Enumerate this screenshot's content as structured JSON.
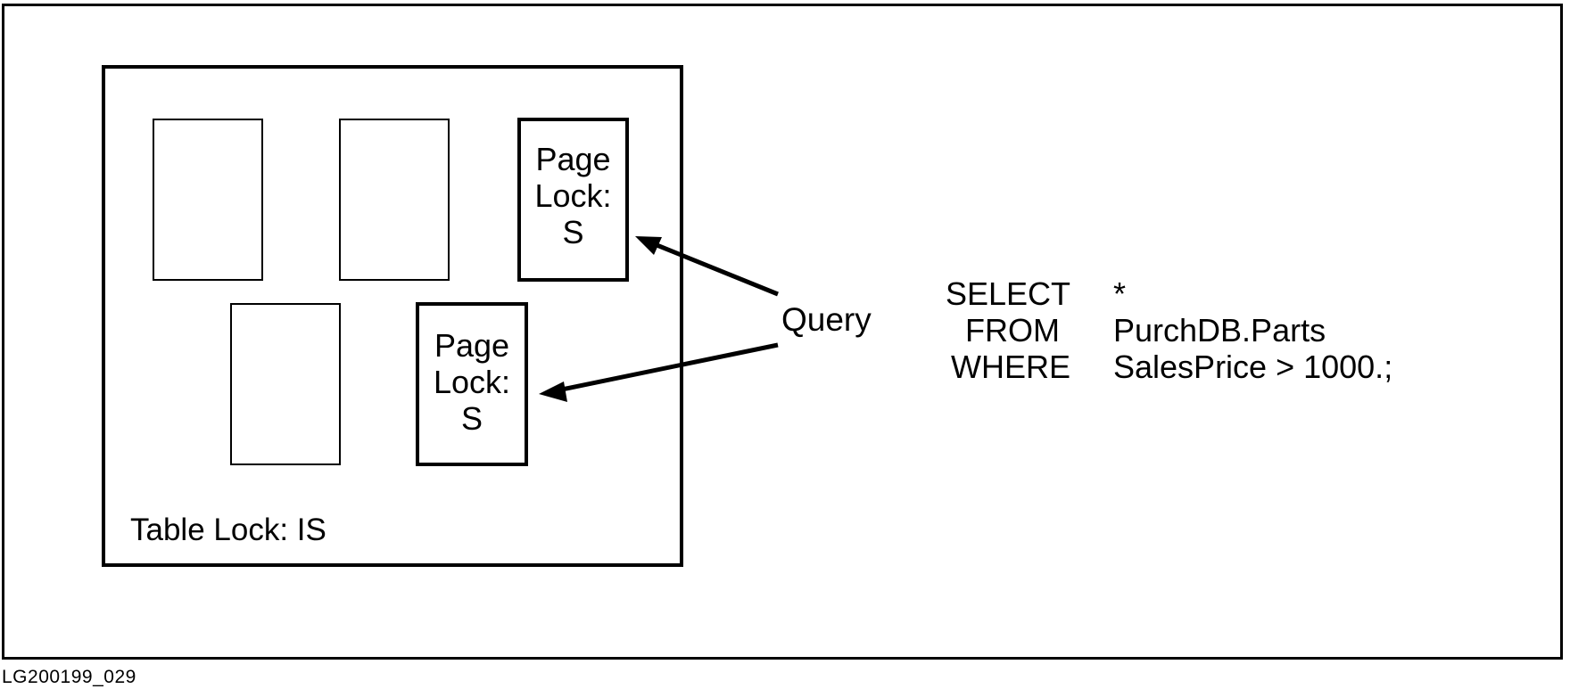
{
  "diagram": {
    "page_lock_label_line1": "Page",
    "page_lock_label_line2": "Lock:",
    "page_lock_label_line3": "S",
    "table_lock_label": "Table Lock: IS",
    "query_label": "Query",
    "sql": {
      "select_kw": "SELECT",
      "select_val": "*",
      "from_kw": "FROM",
      "from_val": "PurchDB.Parts",
      "where_kw": "WHERE",
      "where_val": "SalesPrice > 1000.;"
    },
    "figure_id": "LG200199_029"
  }
}
